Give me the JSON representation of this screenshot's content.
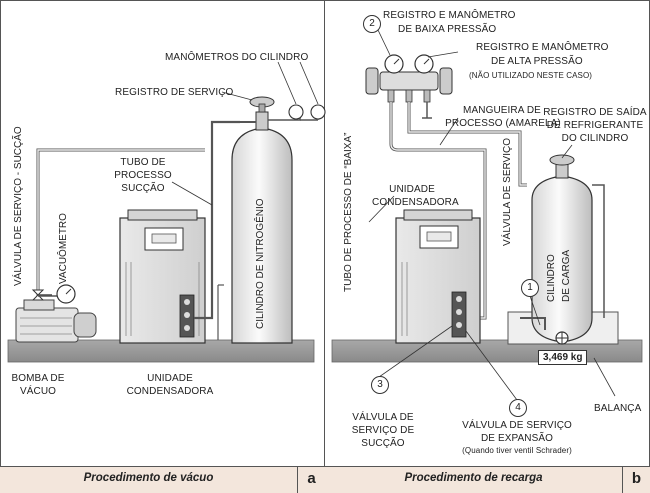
{
  "panel_a": {
    "labels": {
      "manometros_cilindro": "MANÔMETROS DO CILINDRO",
      "registro_servico": "REGISTRO DE SERVIÇO",
      "tubo_processo_1": "TUBO DE",
      "tubo_processo_2": "PROCESSO",
      "tubo_processo_3": "SUCÇÃO",
      "valvula_servico_succao": "VÁLVULA DE SERVIÇO - SUCÇÃO",
      "vacuometro": "VACUÔMETRO",
      "cilindro_nitrogenio": "CILINDRO DE NITROGÊNIO",
      "bomba_1": "BOMBA DE",
      "bomba_2": "VÁCUO",
      "unidade_1": "UNIDADE",
      "unidade_2": "CONDENSADORA"
    },
    "caption": "Procedimento de vácuo",
    "letter": "a"
  },
  "panel_b": {
    "labels": {
      "registro_baixa_1": "REGISTRO E MANÔMETRO",
      "registro_baixa_2": "DE BAIXA PRESSÃO",
      "registro_alta_1": "REGISTRO E MANÔMETRO",
      "registro_alta_2": "DE ALTA PRESSÃO",
      "registro_alta_3": "(NÃO UTILIZADO NESTE CASO)",
      "mangueira_1": "MANGUEIRA DE",
      "mangueira_2": "PROCESSO (AMARELA)",
      "registro_saida_1": "REGISTRO DE SAÍDA",
      "registro_saida_2": "DE REFRIGERANTE",
      "registro_saida_3": "DO CILINDRO",
      "tubo_baixa": "TUBO DE PROCESSO DE “BAIXA”",
      "unidade_1": "UNIDADE",
      "unidade_2": "CONDENSADORA",
      "valvula_servico": "VÁLVULA DE SERVIÇO",
      "cilindro_1": "CILINDRO",
      "cilindro_2": "DE CARGA",
      "valvula_succao_1": "VÁLVULA DE",
      "valvula_succao_2": "SERVIÇO DE",
      "valvula_succao_3": "SUCÇÃO",
      "valvula_expansao_1": "VÁLVULA DE SERVIÇO",
      "valvula_expansao_2": "DE EXPANSÃO",
      "valvula_expansao_3": "(Quando tiver ventil Schrader)",
      "balanca": "BALANÇA",
      "scale_reading": "3,469 kg"
    },
    "numbers": {
      "n1": "1",
      "n2": "2",
      "n3": "3",
      "n4": "4"
    },
    "caption": "Procedimento de recarga",
    "letter": "b"
  }
}
